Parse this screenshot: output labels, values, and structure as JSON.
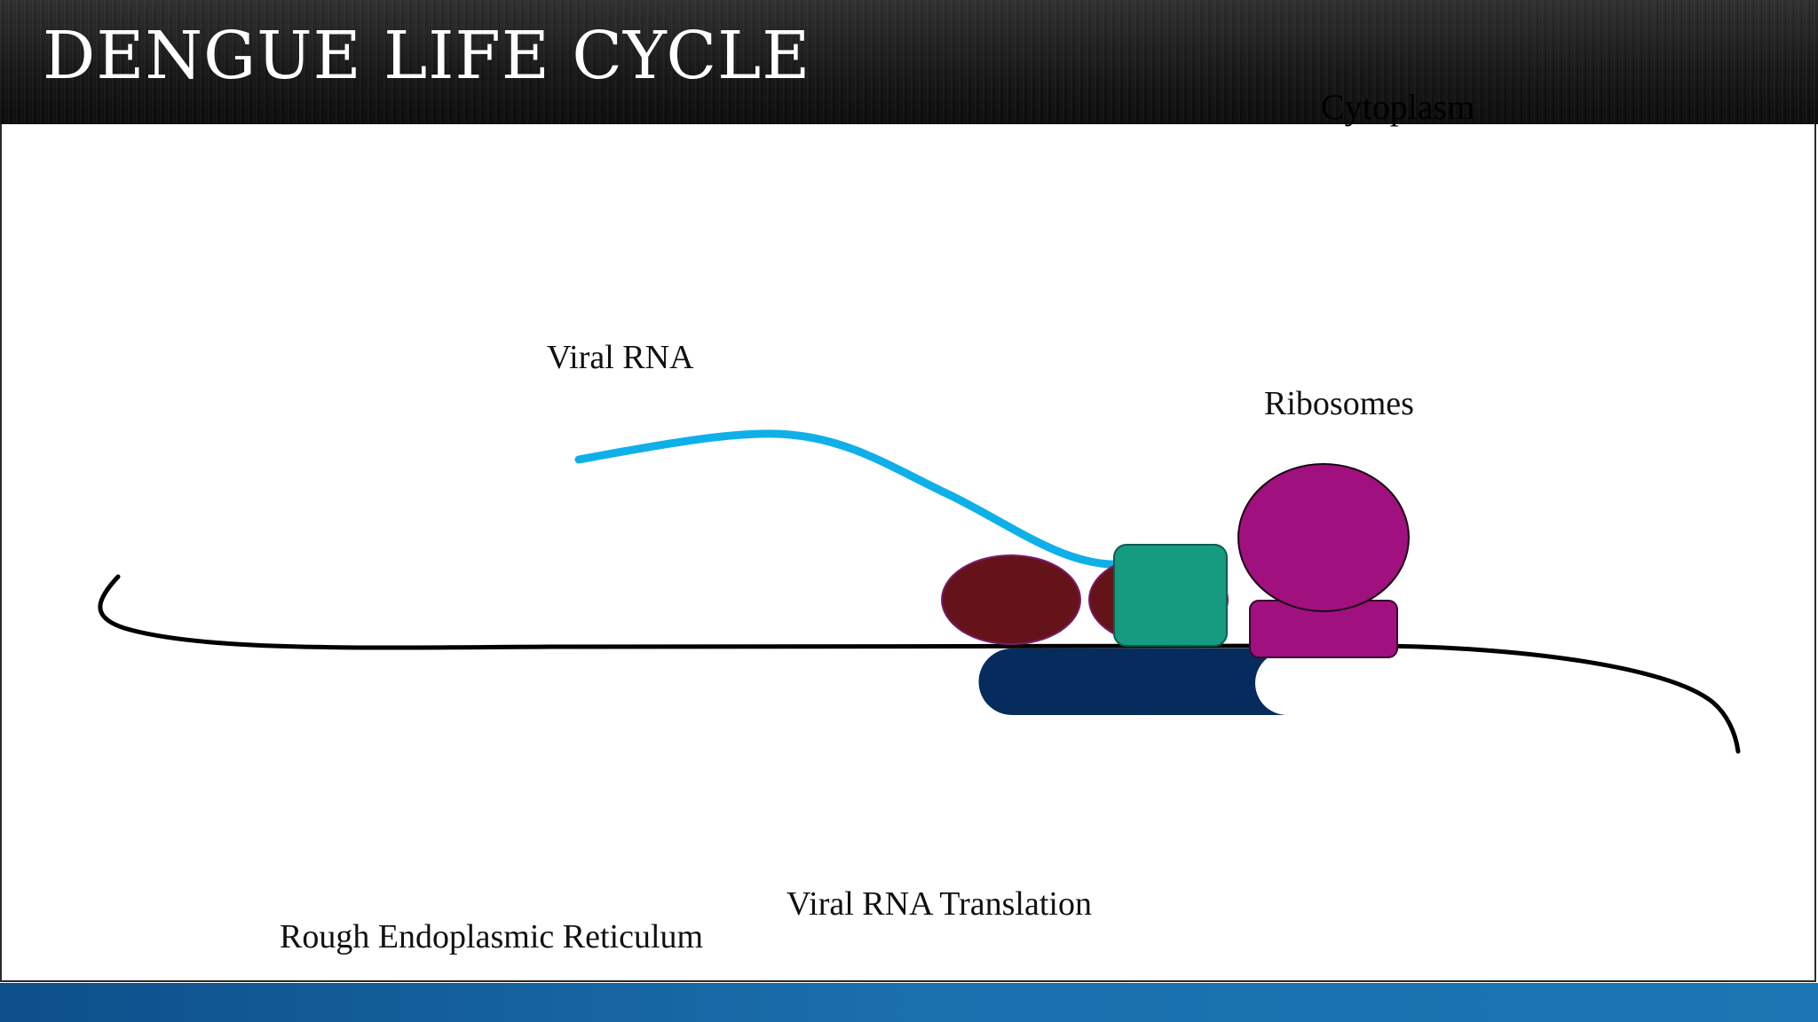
{
  "slide": {
    "title": "DENGUE LIFE CYCLE"
  },
  "diagram": {
    "labels": {
      "cytoplasm": "Cytoplasm",
      "viral_rna": "Viral RNA",
      "ribosomes": "Ribosomes",
      "translation": "Viral RNA Translation",
      "rer": "Rough Endoplasmic Reticulum"
    },
    "colors": {
      "viral_rna_strand": "#0fb0e8",
      "er_membrane": "#000000",
      "protein_dark_red": "#641418",
      "protein_teal": "#169a80",
      "ribosome_magenta": "#a0107e",
      "er_channel_navy": "#062c5e",
      "title_bar": "#161616",
      "footer_bar": "#1a6fad"
    }
  }
}
